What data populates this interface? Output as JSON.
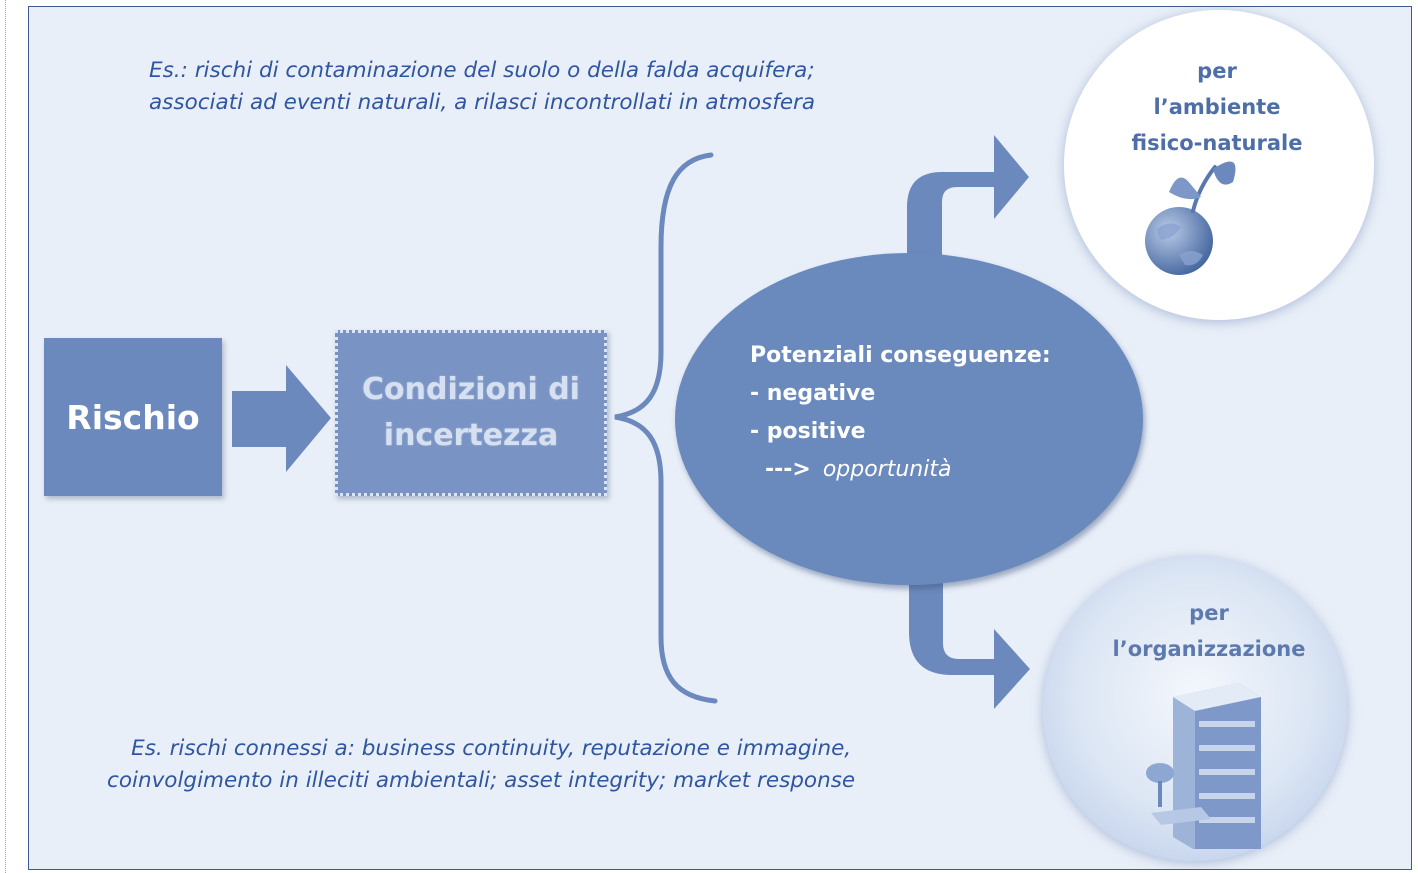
{
  "notes": {
    "top_line1": "Es.: rischi di contaminazione del suolo o della  falda acquifera;",
    "top_line2": "associati ad eventi naturali, a rilasci incontrollati in atmosfera",
    "bottom_line1": "Es. rischi connessi a: business continuity, reputazione e immagine,",
    "bottom_line2": "coinvolgimento in illeciti ambientali;  asset integrity; market response"
  },
  "boxes": {
    "rischio": "Rischio",
    "condizioni_line1": "Condizioni di",
    "condizioni_line2": "incertezza"
  },
  "consequences": {
    "title": "Potenziali conseguenze:",
    "negative": "- negative",
    "positive": "- positive",
    "arrow": "--->",
    "opportunity": "opportunità"
  },
  "targets": {
    "environment_line1": "per",
    "environment_line2": "l’ambiente",
    "environment_line3": "fisico-naturale",
    "organization_line1": "per",
    "organization_line2": "l’organizzazione"
  },
  "icons": {
    "environment": "globe-with-plant-icon",
    "organization": "office-building-icon"
  },
  "colors": {
    "background": "#e9eff8",
    "shape_fill": "#6b89bd",
    "text_blue": "#2f56a0",
    "frame_border": "#3d5a96"
  }
}
